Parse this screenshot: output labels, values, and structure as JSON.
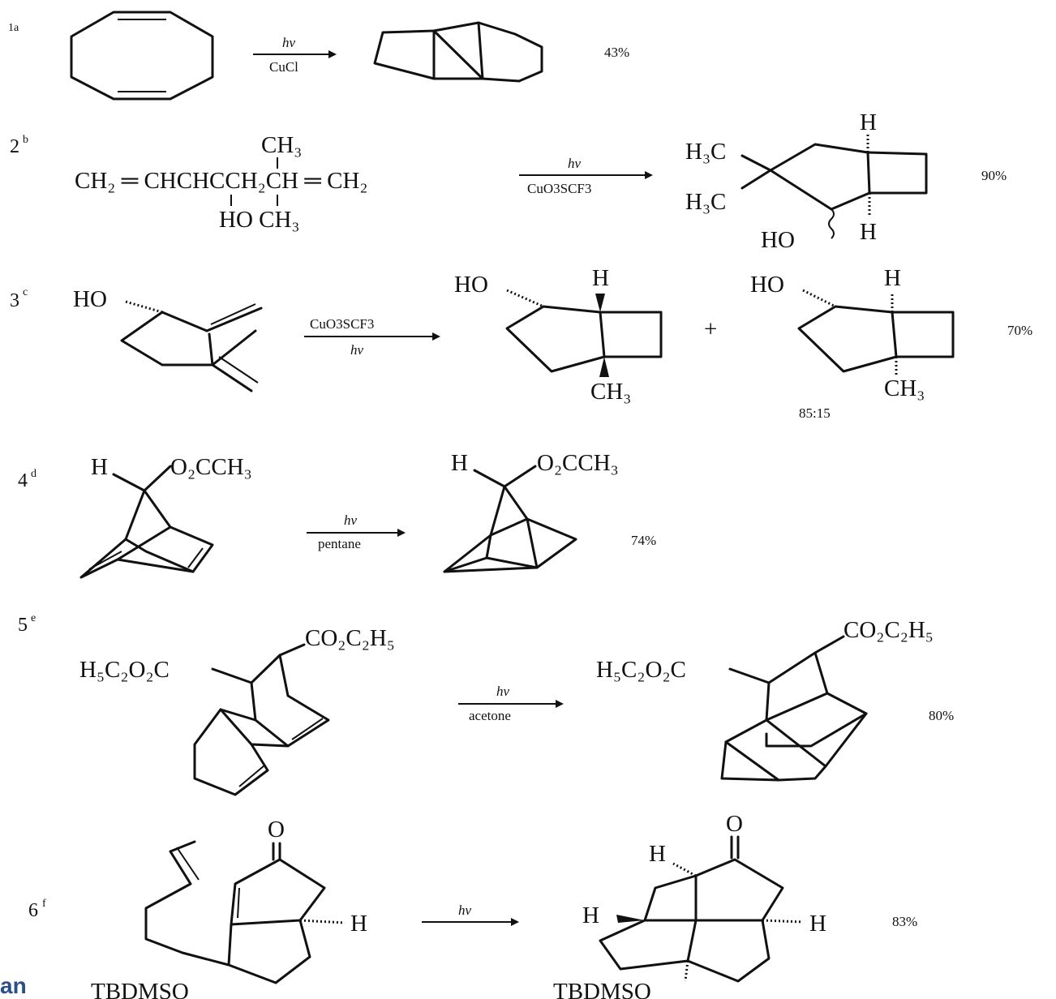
{
  "corner_text": "an",
  "entries": [
    {
      "id": "1a",
      "conditions_top": "hν",
      "conditions_bottom": "CuCl",
      "yield": "43%"
    },
    {
      "id": "2",
      "sup": "b",
      "conditions_top": "hν",
      "conditions_bottom": "CuO3SCF3",
      "yield": "90%",
      "reactant_formula": "CH₂ ═ CHCHCCH₂CH ═ CH₂",
      "reactant_top": "CH₃",
      "reactant_bottom": "HO  CH₃",
      "product_labels": [
        "H",
        "H₃C",
        "H₃C",
        "HO",
        "H"
      ]
    },
    {
      "id": "3",
      "sup": "c",
      "conditions_top": "CuO3SCF3",
      "conditions_bottom": "hν",
      "yield": "70%",
      "ratio": "85:15",
      "reactant_label": "HO",
      "product_labels": [
        "HO",
        "H",
        "CH₃"
      ],
      "plus": "+"
    },
    {
      "id": "4",
      "sup": "d",
      "conditions_top": "hν",
      "conditions_bottom": "pentane",
      "yield": "74%",
      "labels": [
        "H",
        "O₂CCH₃"
      ]
    },
    {
      "id": "5",
      "sup": "e",
      "conditions_top": "hν",
      "conditions_bottom": "acetone",
      "yield": "80%",
      "labels": [
        "CO₂C₂H₅",
        "H₅C₂O₂C"
      ]
    },
    {
      "id": "6",
      "sup": "f",
      "conditions_top": "hν",
      "yield": "83%",
      "reactant_labels": [
        "O",
        "H",
        "TBDMSO"
      ],
      "product_labels": [
        "O",
        "H",
        "H",
        "H",
        "TBDMSO"
      ]
    }
  ]
}
